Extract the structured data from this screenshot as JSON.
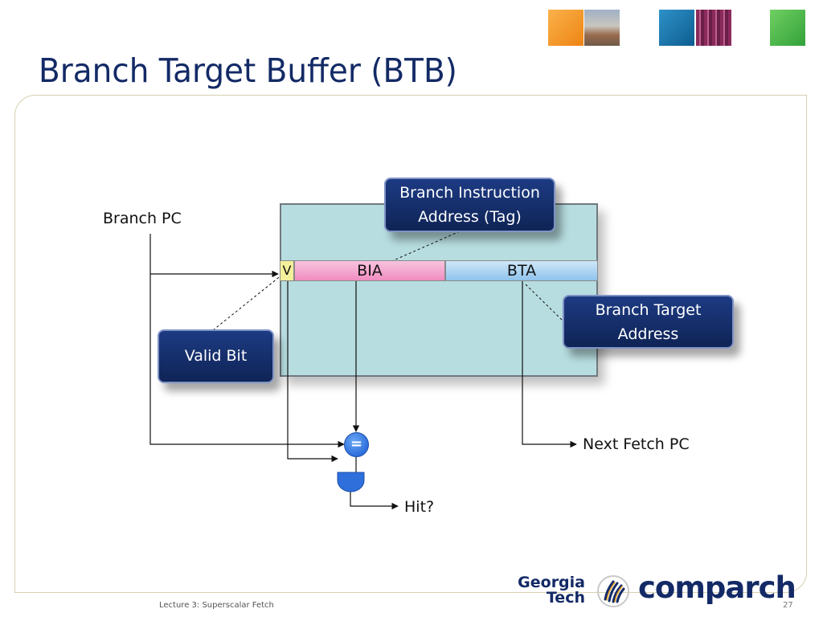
{
  "slide": {
    "title": "Branch Target Buffer (BTB)",
    "footer": "Lecture 3: Superscalar Fetch",
    "page_number": "27"
  },
  "diagram": {
    "branch_pc": "Branch PC",
    "v_field": "V",
    "bia_field": "BIA",
    "bta_field": "BTA",
    "callout_bia": [
      "Branch Instruction",
      "Address (Tag)"
    ],
    "callout_bta": [
      "Branch Target",
      "Address"
    ],
    "callout_valid": "Valid Bit",
    "comparator": "=",
    "next_fetch_pc": "Next Fetch PC",
    "hit": "Hit?"
  },
  "logos": {
    "georgia_line1": "Georgia",
    "georgia_line2": "Tech",
    "comparch": "comparch"
  },
  "colors": {
    "title": "#132a66",
    "callout": "#1d3b83",
    "table_fill": "#b7dde0",
    "v_field": "#f3ef9a",
    "bia_field": "#f2a6cf",
    "bta_field": "#a9d3f2",
    "comparator": "#2e6fdc"
  }
}
